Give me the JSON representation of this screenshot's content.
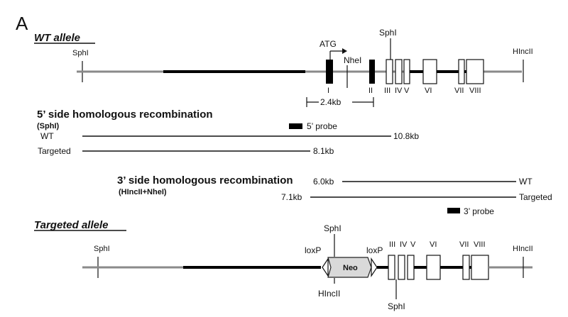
{
  "panel_label": "A",
  "wt_allele": {
    "title": "WT allele",
    "sites": {
      "sphi_left": "SphI",
      "atg": "ATG",
      "nhei": "NheI",
      "sphi_top": "SphI",
      "hincii": "HIncII"
    },
    "exons": [
      "I",
      "II",
      "III",
      "IV",
      "V",
      "VI",
      "VII",
      "VIII"
    ],
    "scale": "2.4kb"
  },
  "five_prime": {
    "title": "5’ side homologous recombination",
    "subtitle": "(SphI)",
    "probe": "5’ probe",
    "wt_label": "WT",
    "wt_size": "10.8kb",
    "targeted_label": "Targeted",
    "targeted_size": "8.1kb"
  },
  "three_prime": {
    "title": "3’ side homologous recombination",
    "subtitle": "(HIncII+NheI)",
    "wt_size": "6.0kb",
    "wt_label": "WT",
    "targeted_size": "7.1kb",
    "targeted_label": "Targeted",
    "probe": "3’ probe"
  },
  "targeted_allele": {
    "title": "Targeted allele",
    "sites": {
      "sphi_left": "SphI",
      "sphi_top": "SphI",
      "loxp_left": "loxP",
      "loxp_right": "loxP",
      "hincii_bottom": "HIncII",
      "sphi_bottom": "SphI",
      "hincii_right": "HIncII"
    },
    "neo": "Neo",
    "exons": [
      "III",
      "IV",
      "V",
      "VI",
      "VII",
      "VIII"
    ]
  }
}
